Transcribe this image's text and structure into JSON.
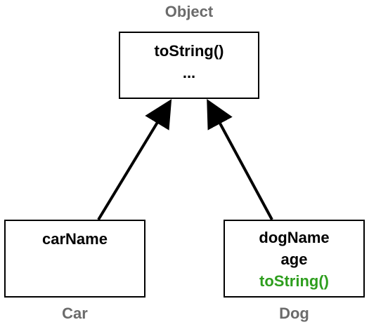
{
  "diagram": {
    "parent": {
      "title": "Object",
      "members": [
        "toString()",
        "..."
      ]
    },
    "children": [
      {
        "title": "Car",
        "members": [
          "carName"
        ]
      },
      {
        "title": "Dog",
        "members": [
          "dogName",
          "age",
          "toString()"
        ],
        "highlight_member": "toString()"
      }
    ],
    "colors": {
      "title": "#6b6b6b",
      "box_border": "#000000",
      "text": "#000000",
      "override_highlight": "#2e9e1e"
    }
  }
}
